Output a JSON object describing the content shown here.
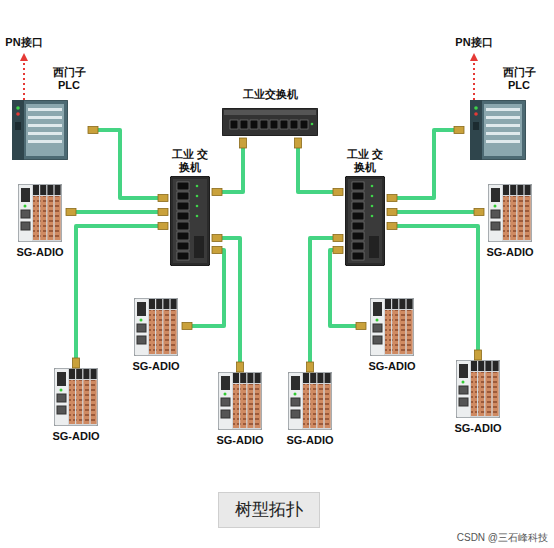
{
  "diagram": {
    "caption": "树型拓扑",
    "nodes": [
      {
        "text": [
          "西门子 PLC"
        ]
      },
      {
        "text": [
          "工业交换机"
        ]
      },
      {
        "text": [
          "西门子 PLC"
        ]
      },
      {
        "text": [
          "工业 交换机"
        ]
      },
      {
        "text": [
          "工业 交换机"
        ]
      },
      {
        "text": [
          "SG-ADIO"
        ]
      },
      {
        "text": [
          "SG-ADIO"
        ]
      },
      {
        "text": [
          "SG-ADIO"
        ]
      },
      {
        "text": [
          "SG-ADIO"
        ]
      },
      {
        "text": [
          "SG-ADIO"
        ]
      },
      {
        "text": [
          "SG-ADIO"
        ]
      },
      {
        "text": [
          "SG-ADIO"
        ]
      },
      {
        "text": [
          "SG-ADIO"
        ]
      }
    ],
    "edges": [
      {
        "from": 0,
        "to": 3,
        "arrow": "none"
      },
      {
        "from": 1,
        "to": 3,
        "arrow": "none"
      },
      {
        "from": 1,
        "to": 4,
        "arrow": "none"
      },
      {
        "from": 2,
        "to": 4,
        "arrow": "none"
      },
      {
        "from": 3,
        "to": 5,
        "arrow": "none"
      },
      {
        "from": 3,
        "to": 9,
        "arrow": "none"
      },
      {
        "from": 3,
        "to": 7,
        "arrow": "none"
      },
      {
        "from": 3,
        "to": 11,
        "arrow": "none"
      },
      {
        "from": 4,
        "to": 6,
        "arrow": "none"
      },
      {
        "from": 4,
        "to": 10,
        "arrow": "none"
      },
      {
        "from": 4,
        "to": 8,
        "arrow": "none"
      },
      {
        "from": 4,
        "to": 12,
        "arrow": "none"
      }
    ],
    "labels": [
      "PN接口",
      "PN接口",
      "CSDN @三石峰科技"
    ]
  }
}
